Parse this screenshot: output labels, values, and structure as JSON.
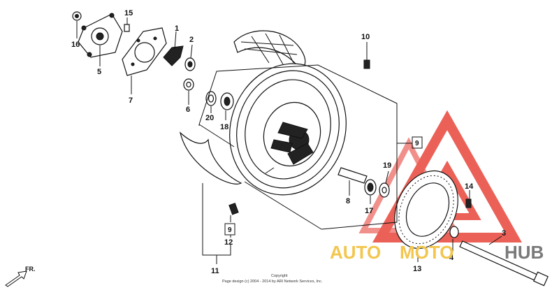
{
  "callouts": {
    "c1": "1",
    "c2": "2",
    "c3": "3",
    "c4": "4",
    "c5": "5",
    "c6": "6",
    "c7": "7",
    "c8": "8",
    "c9a": "9",
    "c9b": "9",
    "c10": "10",
    "c11": "11",
    "c12": "12",
    "c13": "13",
    "c14": "14",
    "c15": "15",
    "c16": "16",
    "c17": "17",
    "c18": "18",
    "c19": "19",
    "c20": "20"
  },
  "copyright": {
    "line1": "Copyright",
    "line2": "Page design (c) 2004 - 2014 by ARI Network Services, Inc."
  },
  "direction": {
    "label": "FR."
  },
  "watermark": {
    "part1": "AUTO",
    "part2": "MOTO",
    "part3": "HUB"
  },
  "colors": {
    "watermark_red": "#e8463c",
    "watermark_yellow": "#f2c64f",
    "watermark_gray": "#7a7a7a"
  }
}
